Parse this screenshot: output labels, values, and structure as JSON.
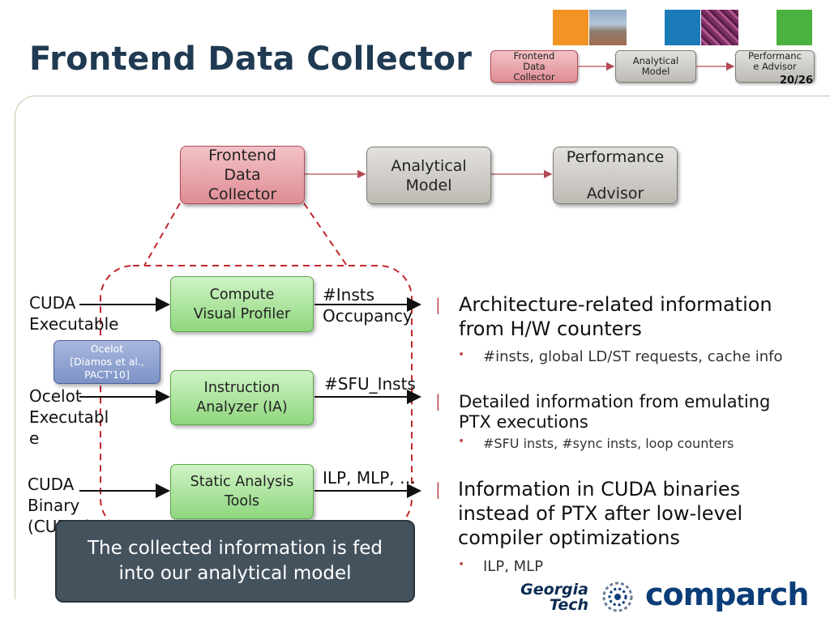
{
  "slide": {
    "title": "Frontend Data Collector",
    "page_number": "20/26"
  },
  "nav": {
    "frontend": "Frontend Data Collector",
    "model": "Analytical Model",
    "advisor": "Performance Advisor"
  },
  "pipeline": {
    "frontend": [
      "Frontend",
      "Data",
      "Collector"
    ],
    "model": [
      "Analytical",
      "Model"
    ],
    "advisor": [
      "Performance",
      "Advisor"
    ]
  },
  "inputs": {
    "cuda_exe": [
      "CUDA",
      "Executable"
    ],
    "ocelot_exe": [
      "Ocelot",
      "Executabl",
      "e"
    ],
    "cuda_bin": [
      "CUDA",
      "Binary",
      "(CUBIN)"
    ]
  },
  "tools": {
    "profiler": [
      "Compute",
      "Visual Profiler"
    ],
    "ocelot": [
      "Ocelot",
      "[Diamos et al.,",
      "PACT'10]"
    ],
    "ia": [
      "Instruction",
      "Analyzer (IA)"
    ],
    "static": [
      "Static Analysis",
      "Tools"
    ]
  },
  "outputs": {
    "profiler": [
      "#Insts",
      "Occupancy"
    ],
    "ia": "#SFU_Insts",
    "static": "ILP, MLP, …"
  },
  "bullets": [
    {
      "marker": "|",
      "heading": [
        "Architecture-related information",
        "from H/W counters"
      ],
      "sub": "#insts, global LD/ST requests, cache info"
    },
    {
      "marker": "|",
      "heading": [
        "Detailed information from emulating",
        "PTX executions"
      ],
      "sub": "#SFU insts, #sync insts, loop counters"
    },
    {
      "marker": "|",
      "heading": [
        "Information in CUDA binaries",
        "instead of PTX after low-level",
        "compiler optimizations"
      ],
      "sub": "ILP, MLP"
    }
  ],
  "sub_marker": "•",
  "callout": "The collected information is fed into our analytical model",
  "logos": {
    "gt": [
      "Georgia",
      "Tech"
    ],
    "comparch": "comparch"
  },
  "colors": {
    "title": "#1f3a52",
    "red_box": "#df8d94",
    "gray_box": "#bdbab4",
    "green_box": "#8fd77e",
    "blue_box": "#7d92c7",
    "dashed": "#c0282e",
    "bullet": "#c0504d",
    "callout": "#44525e",
    "sq_orange": "#f29424",
    "sq_blue": "#1a7bb8",
    "sq_green": "#4ab23e"
  }
}
